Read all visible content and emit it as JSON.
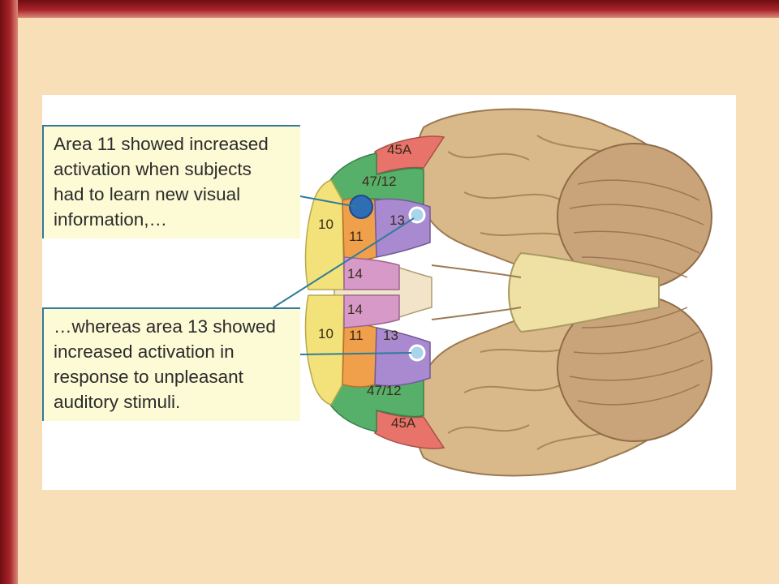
{
  "figure": {
    "callout_1": {
      "lines": [
        "Area 11 showed increased",
        "activation when subjects",
        "had to learn new visual",
        "information,…"
      ]
    },
    "callout_2": {
      "lines": [
        "…whereas area 13 showed",
        "increased activation in",
        "response to unpleasant",
        "auditory stimuli."
      ]
    },
    "area_labels": {
      "a45_top": "45A",
      "a47_top": "47/12",
      "a10_top": "10",
      "a11_top": "11",
      "a13_top": "13",
      "a14_top": "14",
      "a14_bottom": "14",
      "a10_bottom": "10",
      "a11_bottom": "11",
      "a13_bottom": "13",
      "a47_bottom": "47/12",
      "a45_bottom": "45A"
    },
    "colors": {
      "area_45A": "#e8736a",
      "area_47_12": "#56b06a",
      "area_10": "#f3e27a",
      "area_11": "#f0a04a",
      "area_13": "#a98ad0",
      "area_14": "#d79ac8",
      "brain": "#d9b98a",
      "cerebellum": "#c9a47a",
      "leader_line": "#2f7c9a",
      "marker_11": "#2f6db5",
      "marker_13": "#a9d4ec"
    }
  }
}
